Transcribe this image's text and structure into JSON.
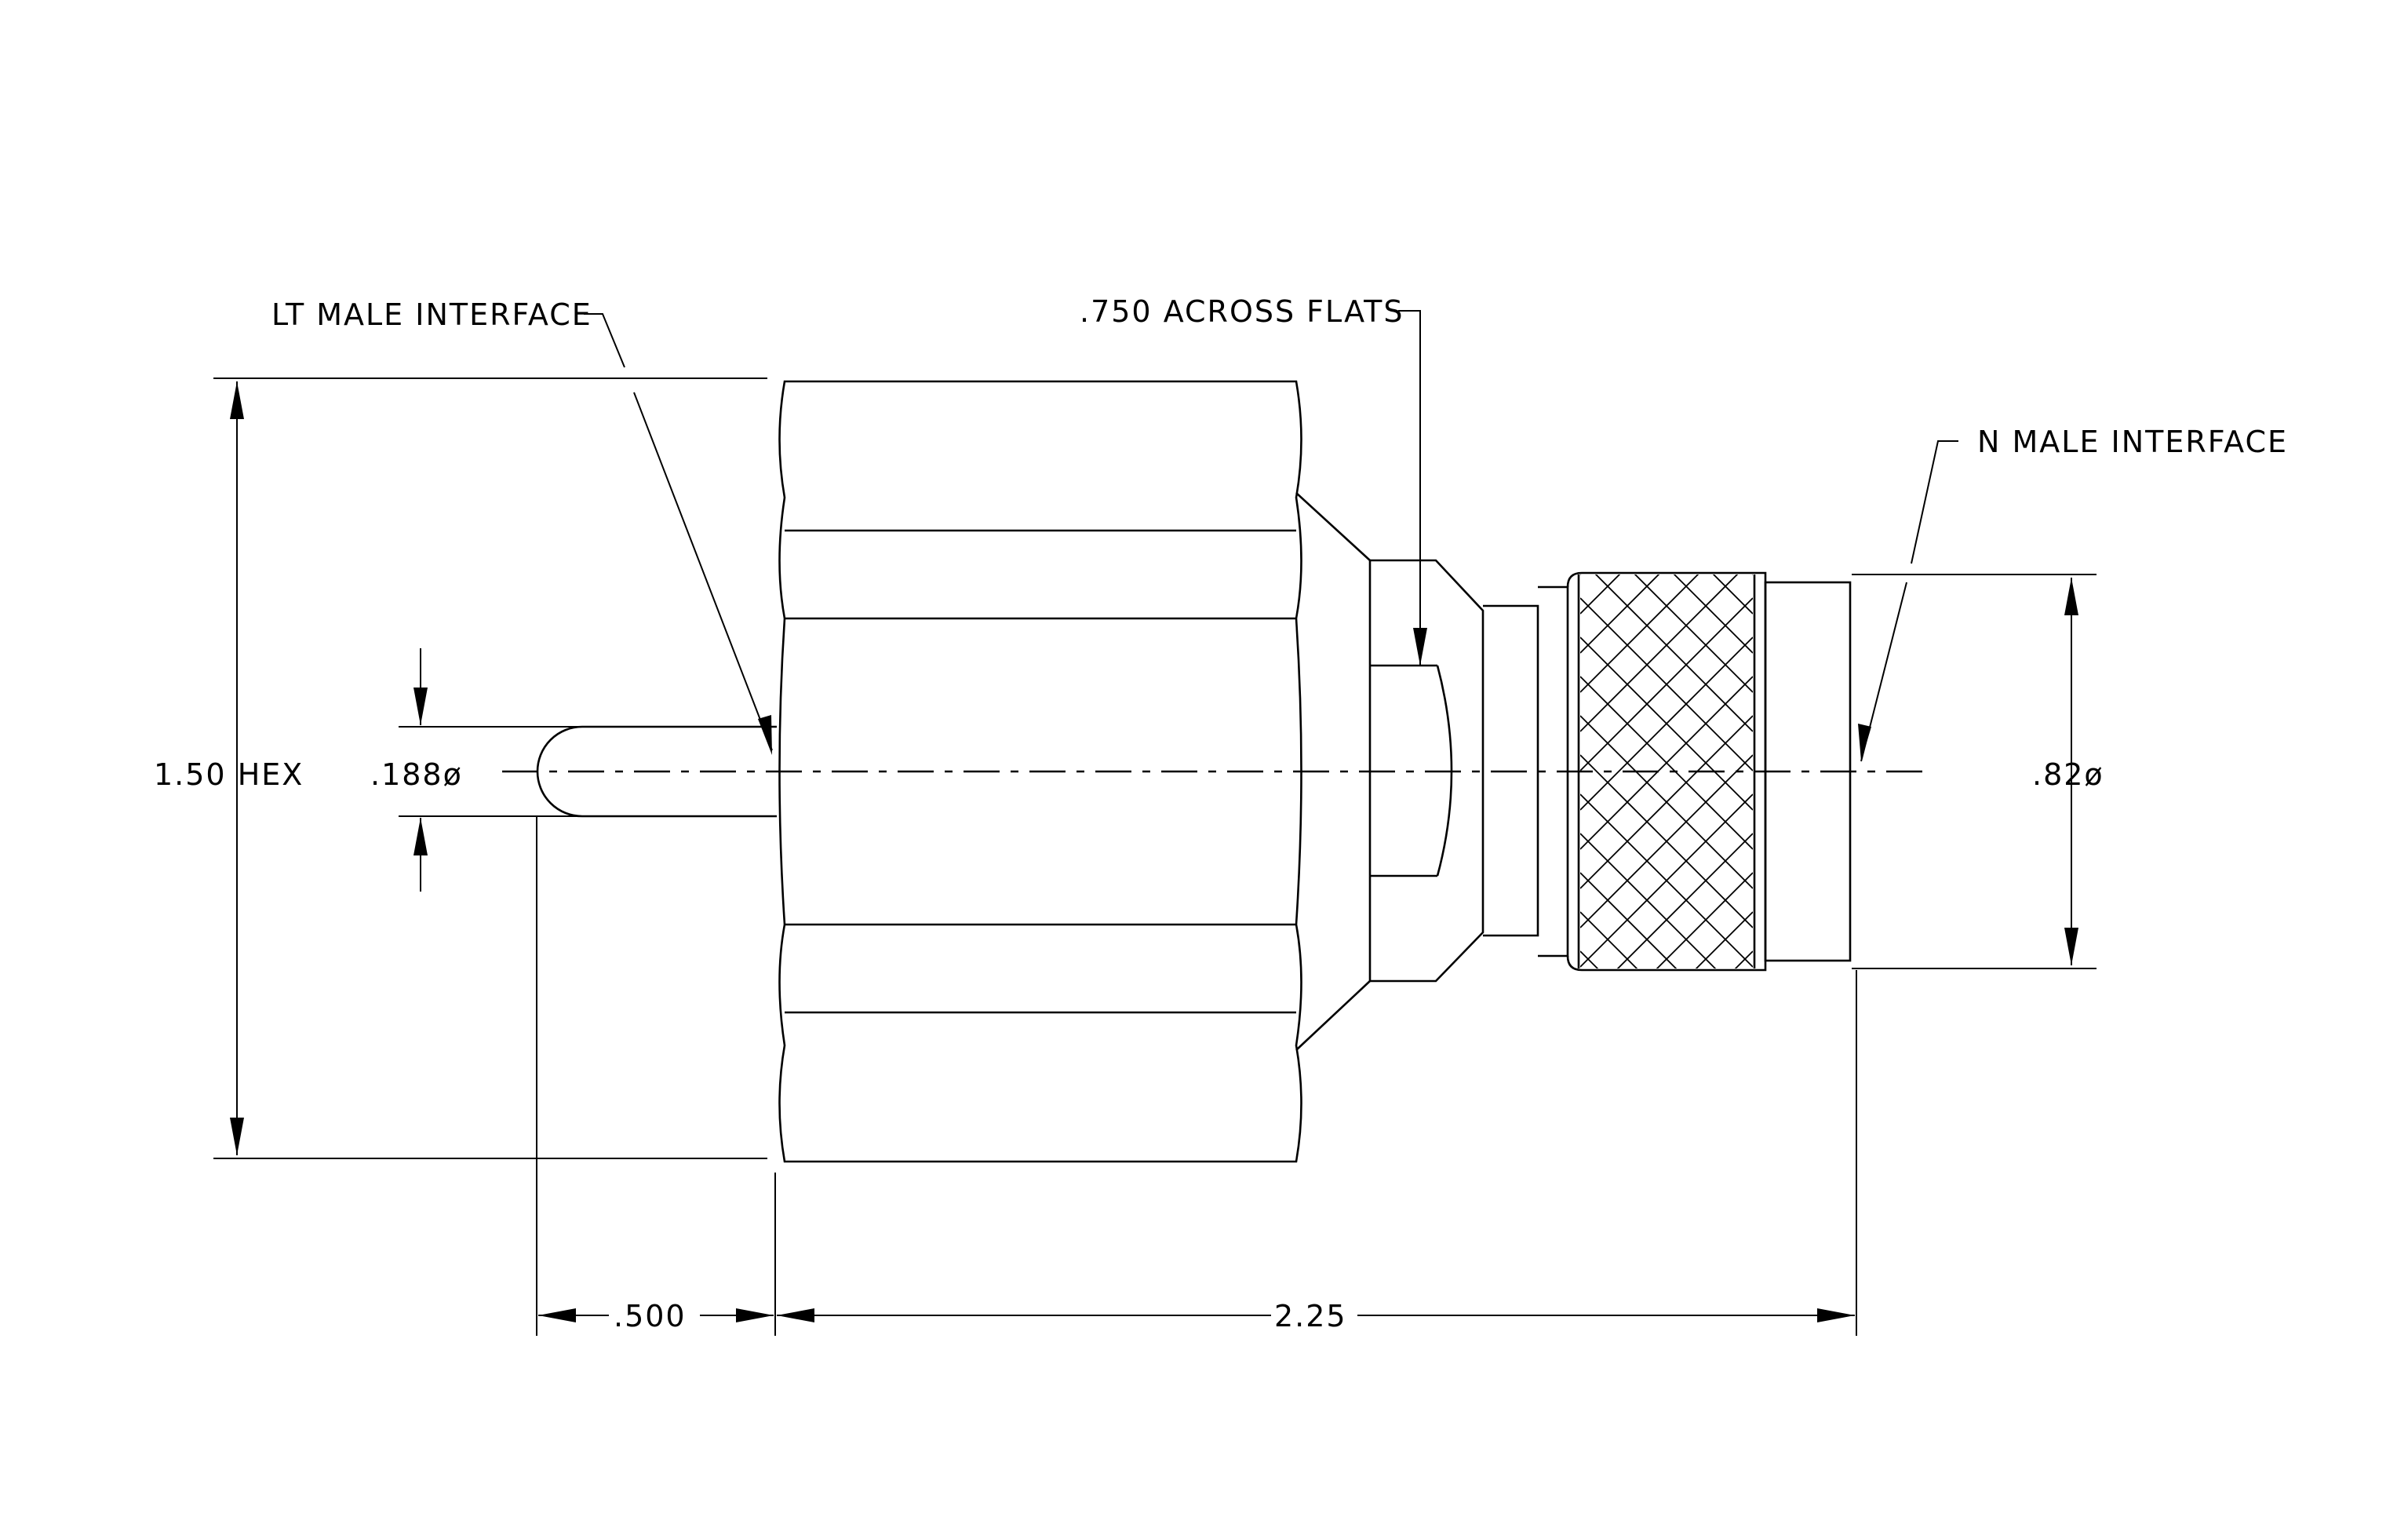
{
  "labels": {
    "lt_male_interface": "LT MALE INTERFACE",
    "across_flats": ".750 ACROSS FLATS",
    "n_male_interface": "N MALE INTERFACE",
    "hex_size": "1.50 HEX",
    "pin_diameter": ".188ø",
    "n_diameter": ".82ø",
    "pin_length": ".500",
    "overall_length": "2.25"
  },
  "colors": {
    "ink": "#000000",
    "paper": "#ffffff"
  }
}
